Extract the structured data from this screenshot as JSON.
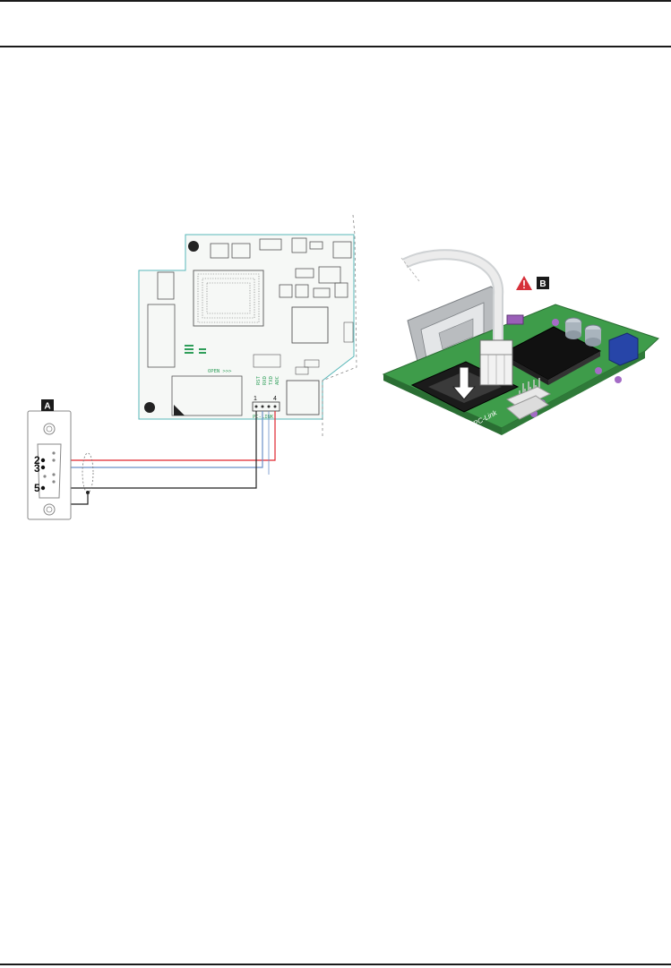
{
  "figure": {
    "callout_a": "A",
    "callout_b": "B",
    "warning_icon": "warning-triangle-icon",
    "pins": [
      "2",
      "3",
      "5"
    ],
    "connector_pins": {
      "first": "1",
      "last": "4"
    },
    "connector_label": "PC-LINK",
    "pcb_silkscreen": {
      "open": "OPEN >>>",
      "cols": [
        "RST",
        "RXD",
        "TXD",
        "ADC"
      ]
    },
    "board_connector_label": "PC-Link"
  },
  "colors": {
    "wire_red": "#e0262f",
    "wire_blue": "#6a8fc8",
    "wire_black": "#222222",
    "pcb_green": "#3e9c4a",
    "pcb_outline": "#58b7b9",
    "callout_bg": "#1a1a1a",
    "warning_red": "#d6303a"
  }
}
